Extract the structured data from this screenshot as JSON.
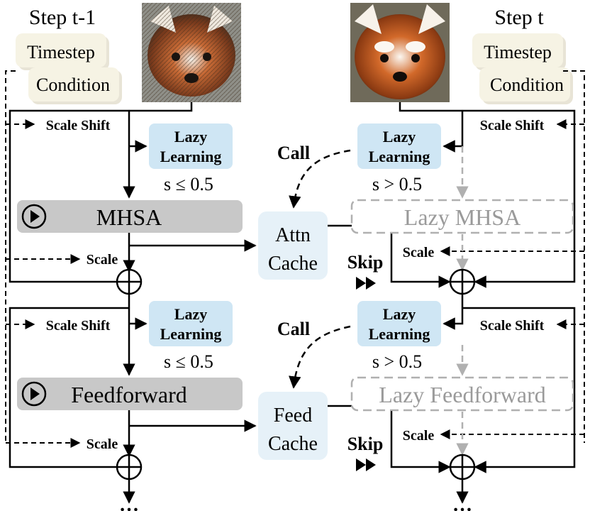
{
  "left": {
    "step_title": "Step t-1",
    "input_tags": [
      "Timestep",
      "Condition"
    ],
    "image_desc": "noisy red panda",
    "blocks": [
      {
        "scale_shift": "Scale Shift",
        "lazy": [
          "Lazy",
          "Learning"
        ],
        "cond": "s ≤ 0.5",
        "module": "MHSA",
        "scale": "Scale"
      },
      {
        "scale_shift": "Scale Shift",
        "lazy": [
          "Lazy",
          "Learning"
        ],
        "cond": "s ≤ 0.5",
        "module": "Feedforward",
        "scale": "Scale"
      }
    ]
  },
  "right": {
    "step_title": "Step t",
    "input_tags": [
      "Timestep",
      "Condition"
    ],
    "image_desc": "clean red panda",
    "blocks": [
      {
        "scale_shift": "Scale Shift",
        "lazy": [
          "Lazy",
          "Learning"
        ],
        "cond": "s > 0.5",
        "module": "Lazy MHSA",
        "scale": "Scale"
      },
      {
        "scale_shift": "Scale Shift",
        "lazy": [
          "Lazy",
          "Learning"
        ],
        "cond": "s > 0.5",
        "module": "Lazy Feedforward",
        "scale": "Scale"
      }
    ]
  },
  "middle": {
    "caches": [
      {
        "line1": "Attn",
        "line2": "Cache",
        "call": "Call",
        "skip": "Skip"
      },
      {
        "line1": "Feed",
        "line2": "Cache",
        "call": "Call",
        "skip": "Skip"
      }
    ]
  },
  "continuation": "…",
  "colors": {
    "lazy_fill": "#cfe6f4",
    "tag_fill": "#f6f3e4",
    "module_fill": "#c8c8c8",
    "cache_fill": "#e6f1f8",
    "gray_line": "#b0b0b0",
    "gray_text": "#9a9a9a"
  }
}
